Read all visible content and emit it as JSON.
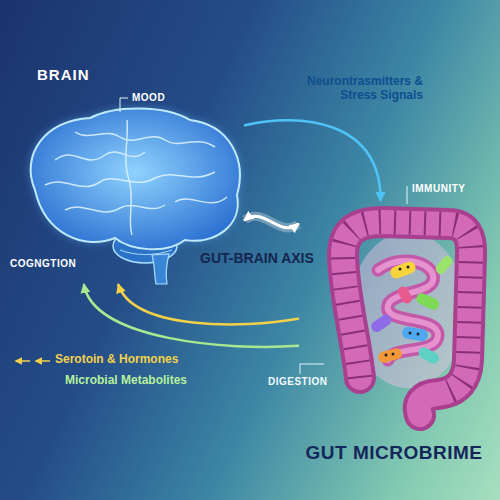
{
  "diagram": {
    "nodes": [
      {
        "text": [
          "BRAIN"
        ]
      },
      {
        "text": [
          "GUT MICROBRIME"
        ]
      }
    ],
    "edges": [
      {
        "from": 0,
        "to": 1,
        "label": "GUT-BRAIN AXIS",
        "arrow": "both"
      },
      {
        "from": 0,
        "to": 1,
        "label": "Neurontrasmitters & Stress Signals",
        "arrow": "to"
      },
      {
        "from": 1,
        "to": 0,
        "label": "Serotoin & Hormones",
        "arrow": "to"
      },
      {
        "from": 1,
        "to": 0,
        "label": "Microbial Metabolites",
        "arrow": "to"
      }
    ],
    "labels": [
      "MOOD",
      "IMMUNITY",
      "COGNGTION",
      "DIGESTION"
    ]
  }
}
